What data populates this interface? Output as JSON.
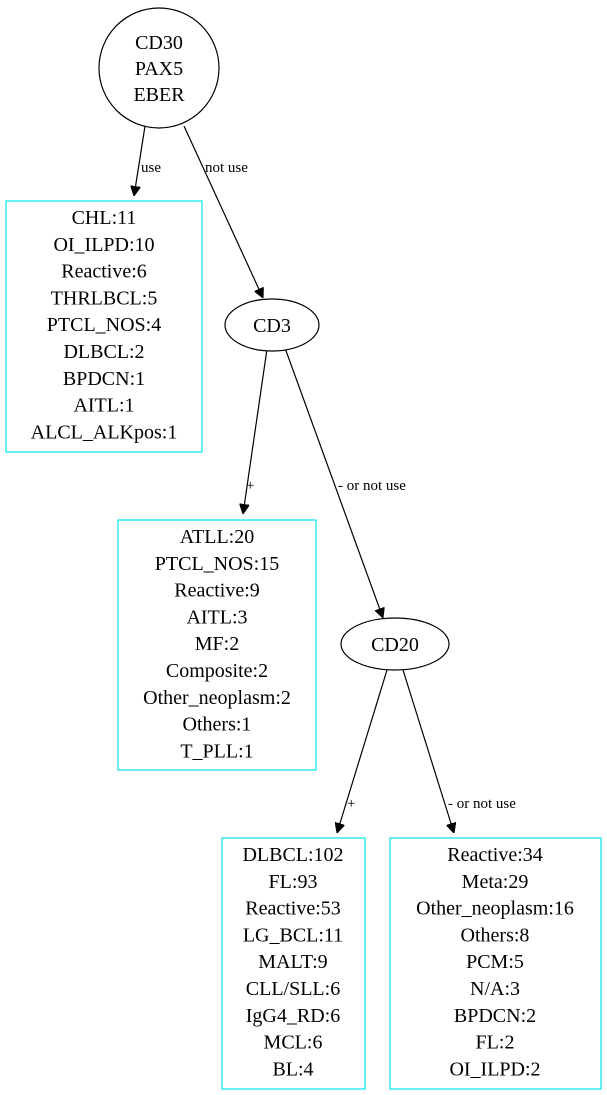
{
  "nodes": {
    "root": {
      "lines": [
        "CD30",
        "PAX5",
        "EBER"
      ]
    },
    "cd3": {
      "lines": [
        "CD3"
      ]
    },
    "cd20": {
      "lines": [
        "CD20"
      ]
    }
  },
  "leaves": {
    "leaf1": {
      "lines": [
        "CHL:11",
        "OI_ILPD:10",
        "Reactive:6",
        "THRLBCL:5",
        "PTCL_NOS:4",
        "DLBCL:2",
        "BPDCN:1",
        "AITL:1",
        "ALCL_ALKpos:1"
      ]
    },
    "leaf2": {
      "lines": [
        "ATLL:20",
        "PTCL_NOS:15",
        "Reactive:9",
        "AITL:3",
        "MF:2",
        "Composite:2",
        "Other_neoplasm:2",
        "Others:1",
        "T_PLL:1"
      ]
    },
    "leaf3": {
      "lines": [
        "DLBCL:102",
        "FL:93",
        "Reactive:53",
        "LG_BCL:11",
        "MALT:9",
        "CLL/SLL:6",
        "IgG4_RD:6",
        "MCL:6",
        "BL:4"
      ]
    },
    "leaf4": {
      "lines": [
        "Reactive:34",
        "Meta:29",
        "Other_neoplasm:16",
        "Others:8",
        "PCM:5",
        "N/A:3",
        "BPDCN:2",
        "FL:2",
        "OI_ILPD:2"
      ]
    }
  },
  "edges": {
    "root_leaf1": "use",
    "root_cd3": "not use",
    "cd3_leaf2": "+",
    "cd3_cd20": "- or not use",
    "cd20_leaf3": "+",
    "cd20_leaf4": "- or not use"
  },
  "colors": {
    "leaf_border": "#00e5ee",
    "node_border": "#000000",
    "text": "#000000"
  }
}
